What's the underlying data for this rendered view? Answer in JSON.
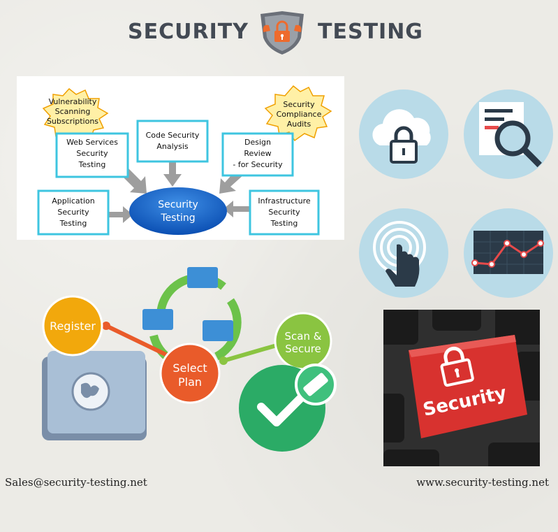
{
  "header": {
    "title_left": "SECURITY",
    "title_right": "TESTING",
    "logo_icon": "shield-lock-icon"
  },
  "diagram": {
    "center": [
      "Security",
      "Testing"
    ],
    "starburst_left": [
      "Vulnerability",
      "Scanning",
      "Subscriptions"
    ],
    "starburst_right": [
      "Security",
      "Compliance",
      "Audits"
    ],
    "box_web": [
      "Web Services",
      "Security",
      "Testing"
    ],
    "box_code": [
      "Code Security",
      "Analysis"
    ],
    "box_design": [
      "Design",
      "Review",
      "- for Security"
    ],
    "box_app": [
      "Application",
      "Security",
      "Testing"
    ],
    "box_infra": [
      "Infrastructure",
      "Security",
      "Testing"
    ]
  },
  "icons": [
    "cloud-lock-icon",
    "document-search-icon",
    "touch-tap-icon",
    "line-chart-icon"
  ],
  "workflow": {
    "register": "Register",
    "select_plan": [
      "Select",
      "Plan"
    ],
    "scan_secure": [
      "Scan &",
      "Secure"
    ]
  },
  "keyboard": {
    "key_label": "Security",
    "icon": "padlock-icon"
  },
  "footer": {
    "email": "Sales@security-testing.net",
    "website": "www.security-testing.net"
  },
  "colors": {
    "accent_orange": "#ee6b2d",
    "dark_text": "#434a54",
    "center_blue": "#1565c0",
    "box_border": "#3ec5e0",
    "star_yellow": "#fff0a6",
    "circle_bg": "#b9dbe8",
    "register_yellow": "#f2a80c",
    "plan_orange": "#e95b2a",
    "scan_green": "#8ac441",
    "check_green": "#2bab66",
    "key_red": "#d8322f"
  }
}
